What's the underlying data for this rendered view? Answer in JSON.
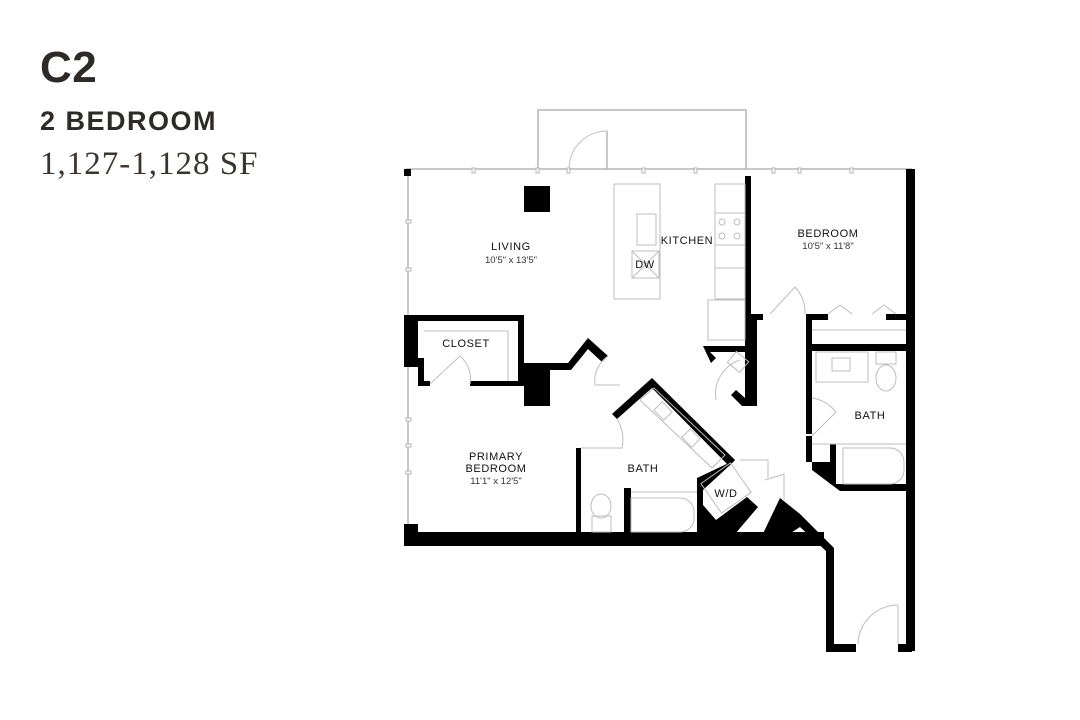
{
  "header": {
    "unit_code": "C2",
    "bedroom_type": "2 BEDROOM",
    "square_footage": "1,127-1,128 SF"
  },
  "rooms": {
    "living": {
      "name": "LIVING",
      "dimensions": "10'5\" x 13'5\""
    },
    "kitchen": {
      "name": "KITCHEN"
    },
    "dishwasher": {
      "name": "DW"
    },
    "bedroom": {
      "name": "BEDROOM",
      "dimensions": "10'5\" x 11'8\""
    },
    "closet": {
      "name": "CLOSET"
    },
    "primary_bedroom": {
      "name_line1": "PRIMARY",
      "name_line2": "BEDROOM",
      "dimensions": "11'1\" x 12'5\""
    },
    "bath_primary": {
      "name": "BATH"
    },
    "bath_secondary": {
      "name": "BATH"
    },
    "washer_dryer": {
      "name": "W/D"
    }
  },
  "colors": {
    "text": "#2e2a27",
    "wall": "#000000",
    "fixture": "#bdbdbd"
  }
}
